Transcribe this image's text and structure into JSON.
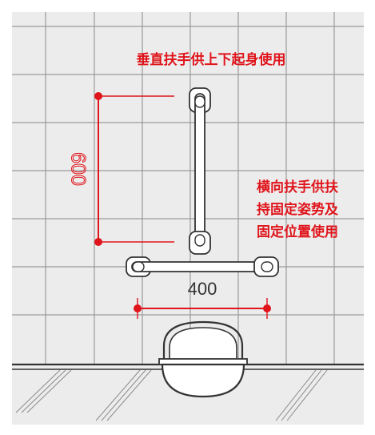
{
  "colors": {
    "background": "#ececec",
    "grid_line": "#9a9a9a",
    "accent_red": "#e0141b",
    "outline": "#333333",
    "fill_white": "#ffffff"
  },
  "labels": {
    "vertical_caption": "垂直扶手供上下起身使用",
    "horizontal_caption_line1": "横向扶手供扶",
    "horizontal_caption_line2": "持固定姿势及",
    "horizontal_caption_line3": "固定位置使用"
  },
  "dimensions": {
    "vertical": "600",
    "horizontal": "400"
  }
}
